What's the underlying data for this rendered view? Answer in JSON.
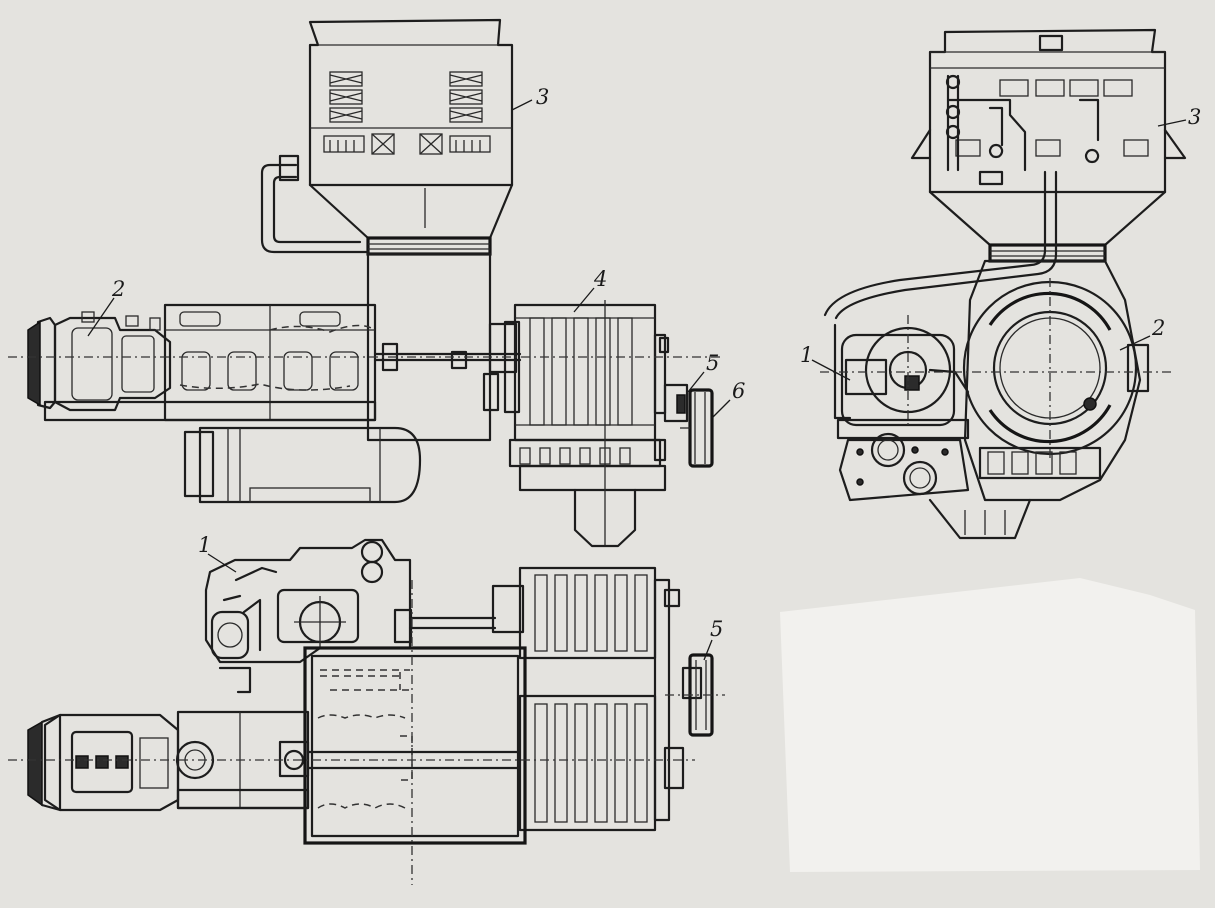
{
  "labels": {
    "side_view": {
      "oil_tank": "3",
      "diesel": "2",
      "generator": "4",
      "pulley": "5",
      "belt_drive": "6"
    },
    "end_view": {
      "auxiliary_unit": "1",
      "diesel": "2",
      "oil_tank": "3"
    },
    "top_view": {
      "auxiliary_unit": "1",
      "pulley": "5"
    }
  },
  "colors": {
    "paper": "#e4e3df",
    "ink": "#1d1d1d"
  }
}
